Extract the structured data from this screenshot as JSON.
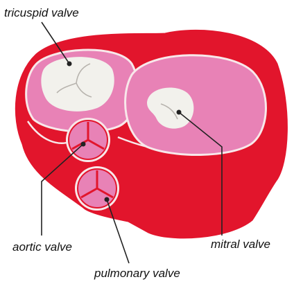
{
  "labels": {
    "tricuspid": "tricuspid valve",
    "mitral": "mitral valve",
    "aortic": "aortic valve",
    "pulmonary": "pulmonary valve"
  },
  "colors": {
    "muscle": "#e2152c",
    "chamber": "#e882b6",
    "valve": "#f2f1ec",
    "outline": "#f8e8ea",
    "leader": "#222222"
  }
}
